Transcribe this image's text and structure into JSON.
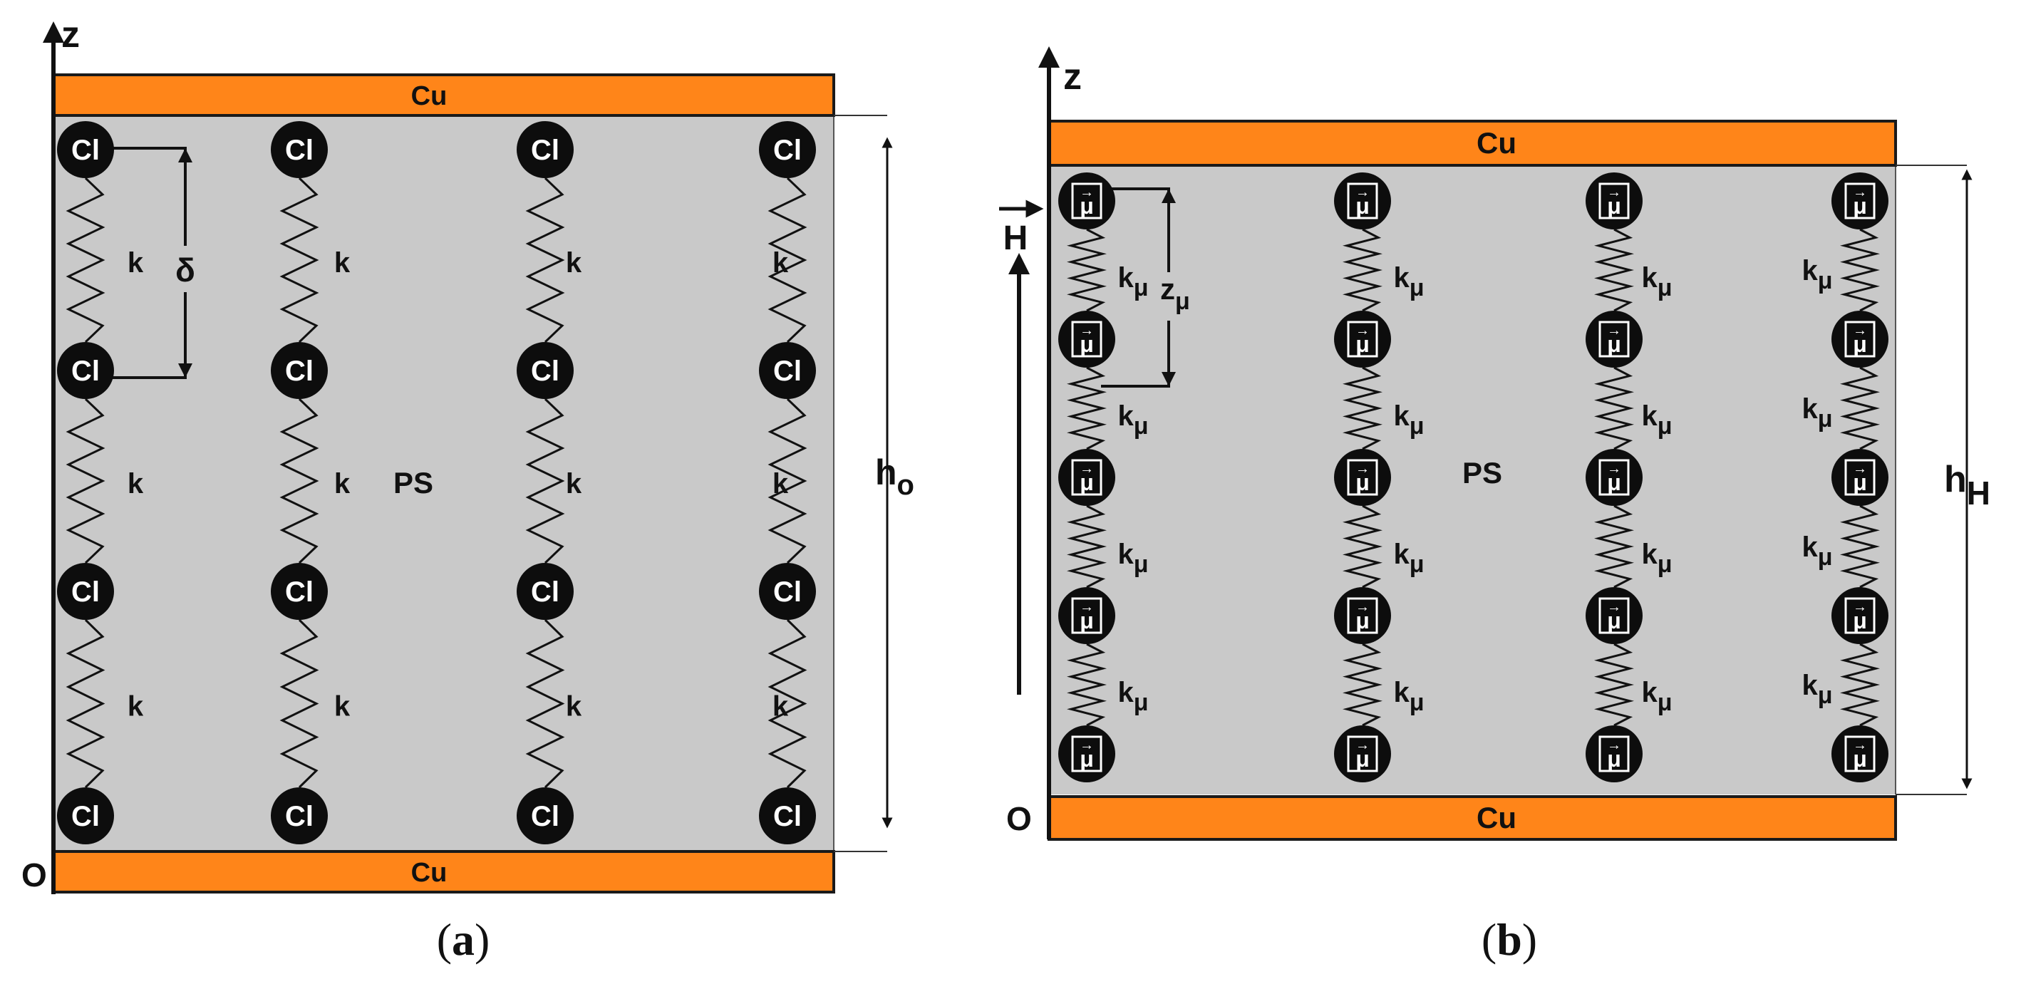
{
  "colors": {
    "copper": "#ff8519",
    "copper_edge": "#1a1a1a",
    "polymer": "#c9c9c9",
    "atom": "#0d0d0d",
    "line": "#111111",
    "caption": "#111111"
  },
  "panel_a": {
    "caption_open": "(",
    "caption_letter": "a",
    "caption_close": ")",
    "axis_z": "z",
    "origin": "O",
    "top_plate": "Cu",
    "bottom_plate": "Cu",
    "matrix": "PS",
    "atom_label": "Cl",
    "spring_label": "k",
    "gap_label": "δ",
    "height_label": "h",
    "height_sub": "o",
    "columns": 4,
    "atoms_per_column": 4
  },
  "panel_b": {
    "caption_open": "(",
    "caption_letter": "b",
    "caption_close": ")",
    "axis_z": "z",
    "origin": "O",
    "top_plate": "Cu",
    "bottom_plate": "Cu",
    "matrix": "PS",
    "atom_label": "μ",
    "atom_vector_arrow": "→",
    "spring_label": "k",
    "spring_sub": "μ",
    "gap_label": "z",
    "gap_sub": "μ",
    "field_label": "H",
    "height_label": "h",
    "height_sub": "H",
    "columns": 4,
    "atoms_per_column": 5
  }
}
